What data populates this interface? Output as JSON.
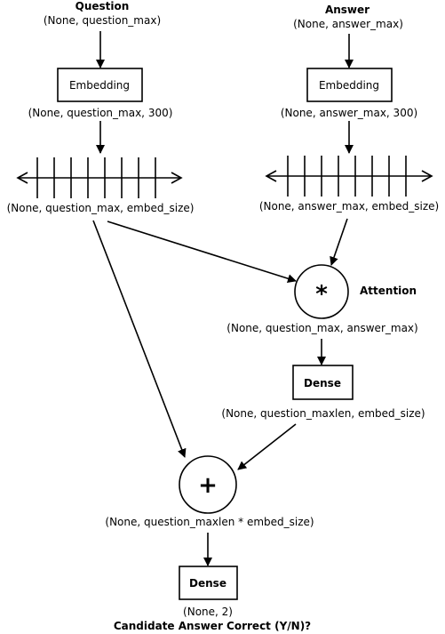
{
  "inputs": {
    "question": {
      "title": "Question",
      "shape": "(None, question_max)",
      "embedding_label": "Embedding",
      "embedding_shape": "(None, question_max, 300)",
      "embed_shape": "(None, question_max, embed_size)"
    },
    "answer": {
      "title": "Answer",
      "shape": "(None, answer_max)",
      "embedding_label": "Embedding",
      "embedding_shape": "(None, answer_max, 300)",
      "embed_shape": "(None, answer_max, embed_size)"
    }
  },
  "attention": {
    "symbol": "*",
    "label": "Attention",
    "shape": "(None, question_max, answer_max)"
  },
  "dense_1": {
    "label": "Dense",
    "shape": "(None, question_maxlen, embed_size)"
  },
  "add": {
    "symbol": "+",
    "shape": "(None, question_maxlen * embed_size)"
  },
  "dense_2": {
    "label": "Dense",
    "shape": "(None, 2)"
  },
  "output": {
    "label": "Candidate Answer Correct (Y/N)?"
  }
}
